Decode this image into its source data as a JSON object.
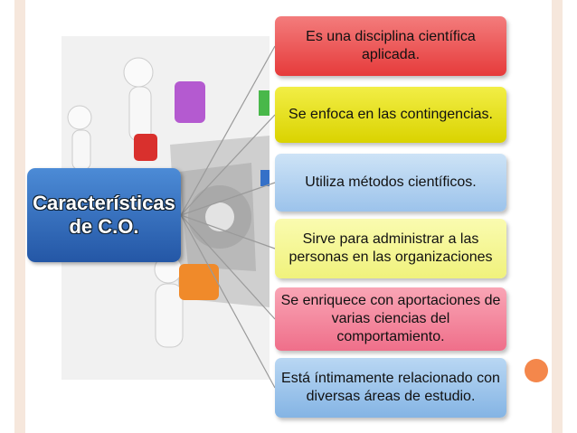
{
  "center": {
    "title": "Características de C.O."
  },
  "items": [
    "Es una disciplina científica aplicada.",
    "Se enfoca en las contingencias.",
    "Utiliza métodos científicos.",
    "Sirve para administrar a las personas en las organizaciones",
    "Se enriquece con aportaciones de varias ciencias del comportamiento.",
    "Está íntimamente relacionado con diversas áreas de estudio."
  ],
  "colors": {
    "accent_orange": "#f4874b",
    "side_bar": "#f6e7dc",
    "center_blue": "#2f6bbf"
  },
  "image": {
    "description_icon": "puzzle-people-icon"
  }
}
